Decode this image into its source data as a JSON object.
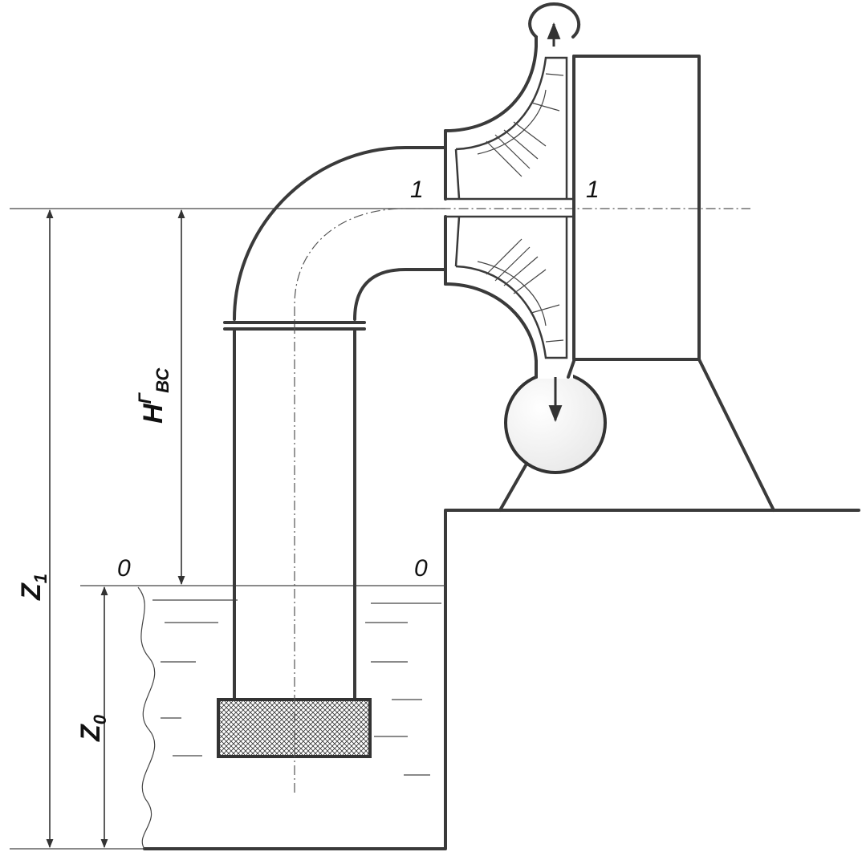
{
  "labels": {
    "section_1_left": "1",
    "section_1_right": "1",
    "section_0_left": "0",
    "section_0_right": "0",
    "z1_main": "Z",
    "z1_sub": "1",
    "z0_main": "Z",
    "z0_sub": "0",
    "hvc_main": "H",
    "hvc_sup": "Г",
    "hvc_sub": "ВС"
  },
  "colors": {
    "line": "#3a3a3a",
    "strainer_fill": "#ffffff",
    "strainer_hatch": "#333333",
    "volute_fill": "#f3f3f3"
  }
}
